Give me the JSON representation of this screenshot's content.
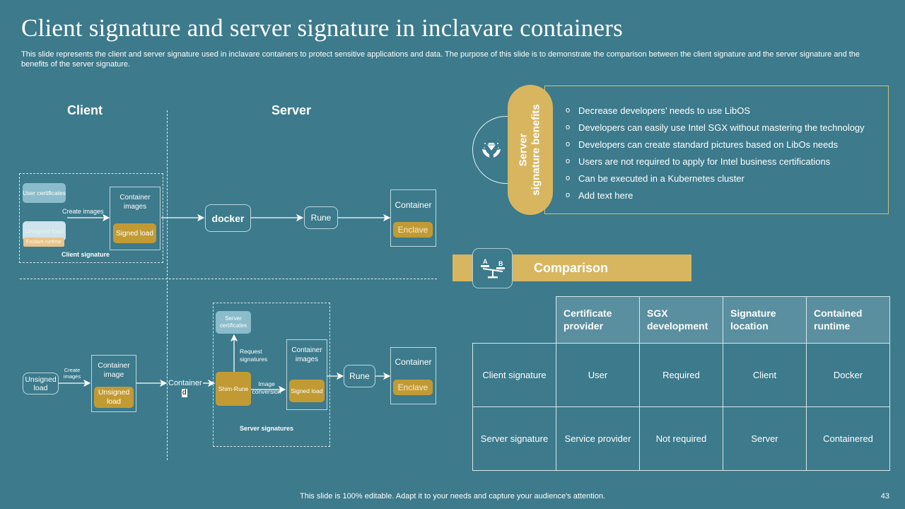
{
  "title": "Client signature and server signature in inclavare containers",
  "subtitle": "This slide represents the client and server signature used in inclavare containers to protect sensitive applications and data. The purpose of this slide is to demonstrate the comparison between the client signature and the server signature and the benefits of the server signature.",
  "diagram": {
    "client_heading": "Client",
    "server_heading": "Server",
    "client_flow": {
      "user_certificates": "User certificates",
      "unsigned_load": "Unsigned load",
      "enclave_runtime": "Enclave runtime",
      "create_images": "Create images",
      "container_images": "Container images",
      "signed_load": "Signed load",
      "group_label": "Client signature",
      "docker": "docker",
      "rune": "Rune",
      "container": "Container",
      "enclave": "Enclave"
    },
    "server_flow": {
      "unsigned_load": "Unsigned load",
      "create_images": "Create images",
      "container_image": "Container image",
      "unsigned_load_inner": "Unsigned load",
      "containerd": "Container",
      "containerd_suffix": "d",
      "server_certificates": "Server certificates",
      "request_signatures": "Request signatures",
      "shim_rune": "Shim-Rune",
      "image_conversion": "Image conversion",
      "container_images": "Container images",
      "signed_load": "Signed load",
      "group_label": "Server signatures",
      "rune": "Rune",
      "container": "Container",
      "enclave": "Enclave"
    }
  },
  "benefits": {
    "heading_line1": "Server",
    "heading_line2": "signature benefits",
    "icon": "diamond-in-hands-icon",
    "bullet": "o",
    "items": [
      "Decrease developers’  needs to use LibOS",
      "Developers  can easily use Intel SGX  without mastering the technology",
      "Developers  can create standard pictures based on LibOs needs",
      "Users are not required  to apply for Intel business certifications",
      "Can  be executed in a Kubernetes cluster",
      "Add text here"
    ]
  },
  "comparison": {
    "heading": "Comparison",
    "icon": "balance-scale-icon",
    "columns": [
      "Certificate provider",
      "SGX development",
      "Signature location",
      "Contained runtime"
    ],
    "rows": [
      {
        "label": "Client signature",
        "values": [
          "User",
          "Required",
          "Client",
          "Docker"
        ]
      },
      {
        "label": "Server  signature",
        "values": [
          "Service  provider",
          "Not required",
          "Server",
          "Containered"
        ]
      }
    ]
  },
  "footer": {
    "note": "This slide is 100% editable. Adapt it to your needs and capture your audience's attention.",
    "page_number": "43"
  },
  "colors": {
    "background": "#3c7a8c",
    "gold": "#c29a34",
    "light_gold": "#d8b660",
    "pale_blue": "#8bbccb",
    "header_cell": "#5a8fa0"
  }
}
